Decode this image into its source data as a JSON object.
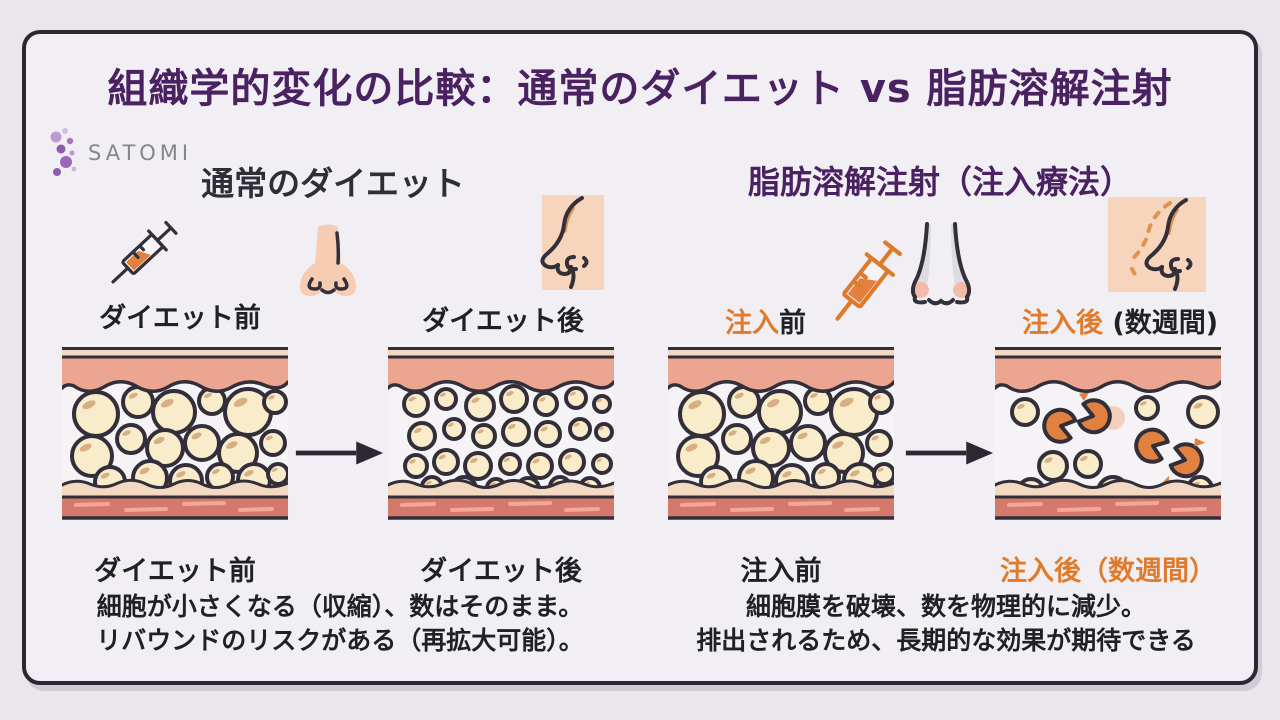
{
  "title": "組織学的変化の比較：通常のダイエット vs 脂肪溶解注射",
  "brand": {
    "name": "SATOMI"
  },
  "colors": {
    "accent_purple": "#4a2161",
    "accent_orange": "#df7b2c",
    "text_dark": "#202027",
    "skin": "#f6cdb2",
    "fat_cell": "#f8ecca",
    "dermis": "#eba590",
    "muscle": "#d5796c"
  },
  "left_panel": {
    "heading": "通常のダイエット",
    "top_before_label": "ダイエット前",
    "top_after_label": "ダイエット後",
    "bottom_before_label": "ダイエット前",
    "bottom_after_label": "ダイエット後",
    "description": [
      "細胞が小さくなる（収縮）、数はそのまま。",
      "リバウンドのリスクがある（再拡大可能）。"
    ]
  },
  "right_panel": {
    "heading": "脂肪溶解注射（注入療法）",
    "top_before_accent": "注入",
    "top_before_rest": "前",
    "top_after_accent": "注入後",
    "top_after_rest": " (数週間)",
    "bottom_before_label": "注入前",
    "bottom_after_label": "注入後（数週間）",
    "description": [
      "細胞膜を破壊、数を物理的に減少。",
      "排出されるため、長期的な効果が期待できる"
    ]
  }
}
